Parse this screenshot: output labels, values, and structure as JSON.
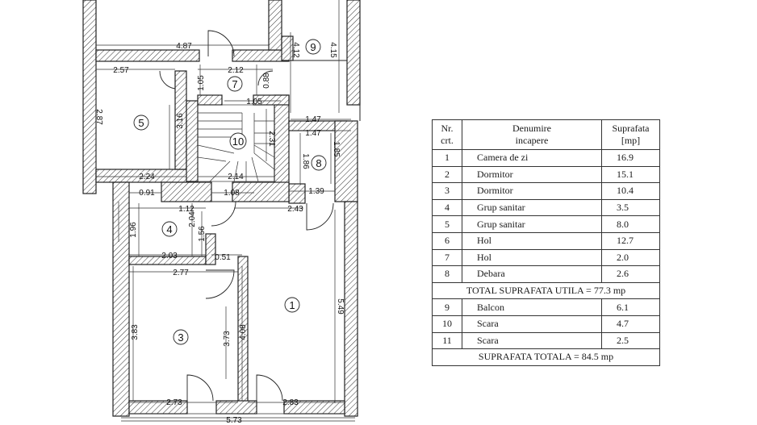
{
  "rooms": [
    {
      "id": "1",
      "nr": "1",
      "name": "Camera de zi",
      "area": "16.9"
    },
    {
      "id": "2",
      "nr": "2",
      "name": "Dormitor",
      "area": "15.1"
    },
    {
      "id": "3",
      "nr": "3",
      "name": "Dormitor",
      "area": "10.4"
    },
    {
      "id": "4",
      "nr": "4",
      "name": "Grup sanitar",
      "area": "3.5"
    },
    {
      "id": "5",
      "nr": "5",
      "name": "Grup sanitar",
      "area": "8.0"
    },
    {
      "id": "6",
      "nr": "6",
      "name": "Hol",
      "area": "12.7"
    },
    {
      "id": "7",
      "nr": "7",
      "name": "Hol",
      "area": "2.0"
    },
    {
      "id": "8",
      "nr": "8",
      "name": "Debara",
      "area": "2.6"
    }
  ],
  "useful_total": "TOTAL SUPRAFATA UTILA = 77.3 mp",
  "extra_rooms": [
    {
      "nr": "9",
      "name": "Balcon",
      "area": "6.1"
    },
    {
      "nr": "10",
      "name": "Scara",
      "area": "4.7"
    },
    {
      "nr": "11",
      "name": "Scara",
      "area": "2.5"
    }
  ],
  "grand_total": "SUPRAFATA TOTALA = 84.5 mp",
  "table_header": {
    "col1_line1": "Nr.",
    "col1_line2": "crt.",
    "col2_line1": "Denumire",
    "col2_line2": "incapere",
    "col3_line1": "Suprafata",
    "col3_line2": "[mp]"
  },
  "room_markers": {
    "r1": "1",
    "r3": "3",
    "r4": "4",
    "r5": "5",
    "r7": "7",
    "r8": "8",
    "r9": "9",
    "r10": "10"
  },
  "dimensions": {
    "d_4_87": "4.87",
    "d_2_57": "2.57",
    "d_2_12": "2.12",
    "d_1_05": "1.05",
    "d_0_88": "0.88",
    "d_1_05b": "1.05",
    "d_4_12": "4.12",
    "d_4_15": "4.15",
    "d_2_87": "2.87",
    "d_3_16": "3.16",
    "d_2_31": "2.31",
    "d_1_47a": "1.47",
    "d_1_47b": "1.47",
    "d_1_86": "1.86",
    "d_1_85": "1.85",
    "d_2_24": "2.24",
    "d_2_14": "2.14",
    "d_0_91": "0.91",
    "d_1_08": "1.08",
    "d_1_39": "1.39",
    "d_1_12": "1.12",
    "d_2_43": "2.43",
    "d_1_96": "1.96",
    "d_2_04": "2.04",
    "d_1_56": "1.56",
    "d_2_03": "2.03",
    "d_0_51": "0.51",
    "d_2_77": "2.77",
    "d_5_49": "5.49",
    "d_3_83": "3.83",
    "d_3_73": "3.73",
    "d_4_08": "4.08",
    "d_2_73": "2.73",
    "d_2_83": "2.83",
    "d_5_73": "5.73"
  }
}
